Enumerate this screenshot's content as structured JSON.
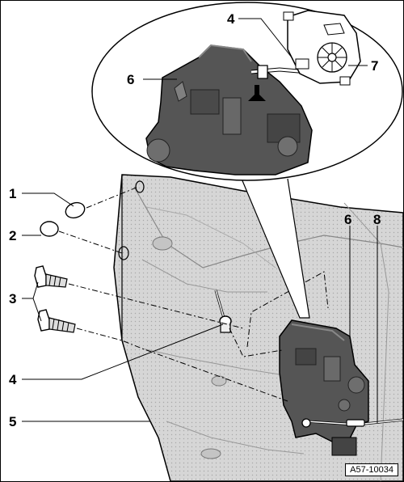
{
  "figure": {
    "reference": "A57-10034",
    "callouts": {
      "c1": "1",
      "c2": "2",
      "c3": "3",
      "c4_lower": "4",
      "c4_detail": "4",
      "c5": "5",
      "c6_lower": "6",
      "c6_detail": "6",
      "c7": "7",
      "c8": "8"
    }
  },
  "colors": {
    "door_panel": "#dcdcdc",
    "lock_body": "#555555",
    "cable": "#ffffff",
    "outline": "#000000"
  }
}
